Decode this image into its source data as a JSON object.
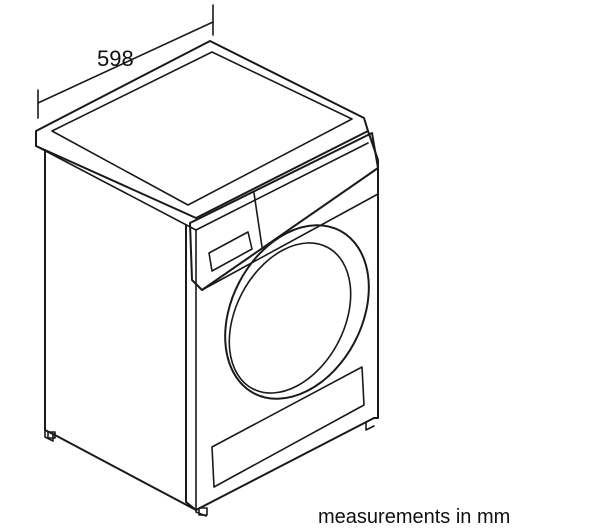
{
  "dimension": {
    "width_value": "598"
  },
  "caption": "measurements in mm",
  "appliance": "tumble-dryer"
}
